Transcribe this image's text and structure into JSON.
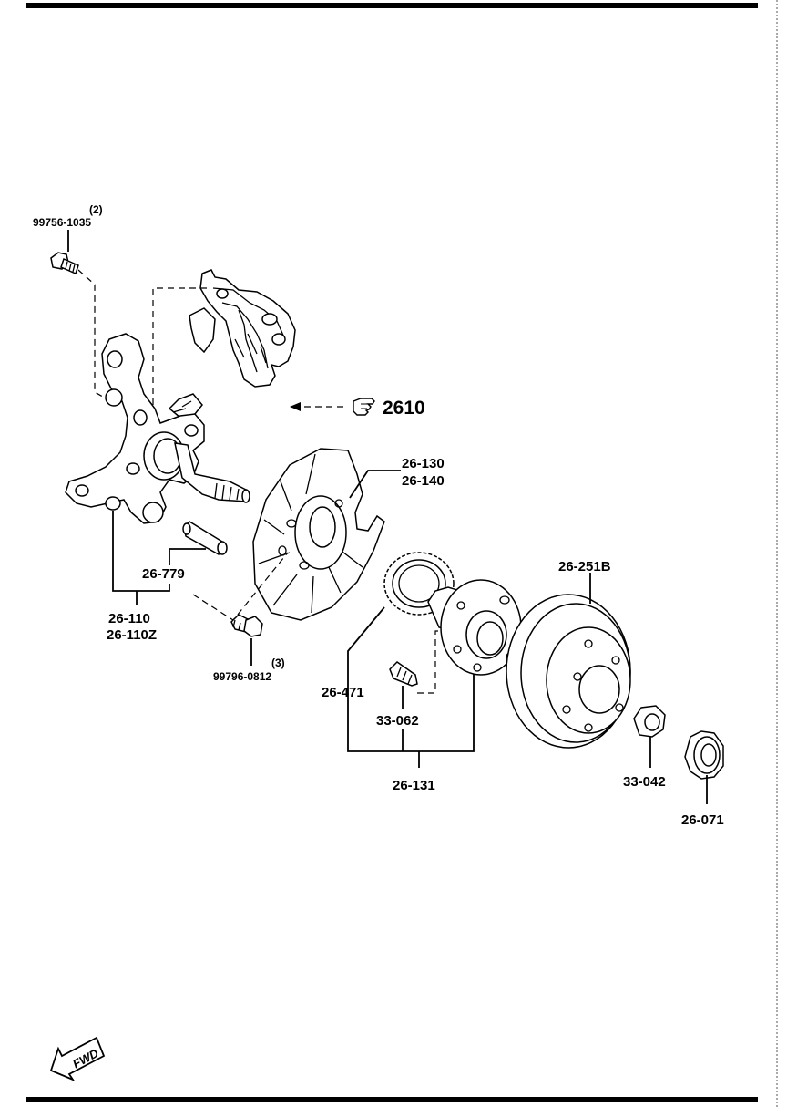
{
  "labels": {
    "bolt_top_qty": "(2)",
    "bolt_top_part": "99756-1035",
    "caliper_ref": "2610",
    "dust_shield_a": "26-130",
    "dust_shield_b": "26-140",
    "pin": "26-779",
    "knuckle_a": "26-110",
    "knuckle_b": "26-110Z",
    "bolt_bottom_qty": "(3)",
    "bolt_bottom_part": "99796-0812",
    "abs_ring": "26-471",
    "hub_bolt": "33-062",
    "hub_assembly": "26-131",
    "brake_disc": "26-251B",
    "lock_nut": "33-042",
    "cap": "26-071",
    "fwd": "FWD"
  },
  "icons": {
    "reference_pointer": "hand-pointer-icon",
    "forward_direction": "fwd-arrow-icon"
  }
}
